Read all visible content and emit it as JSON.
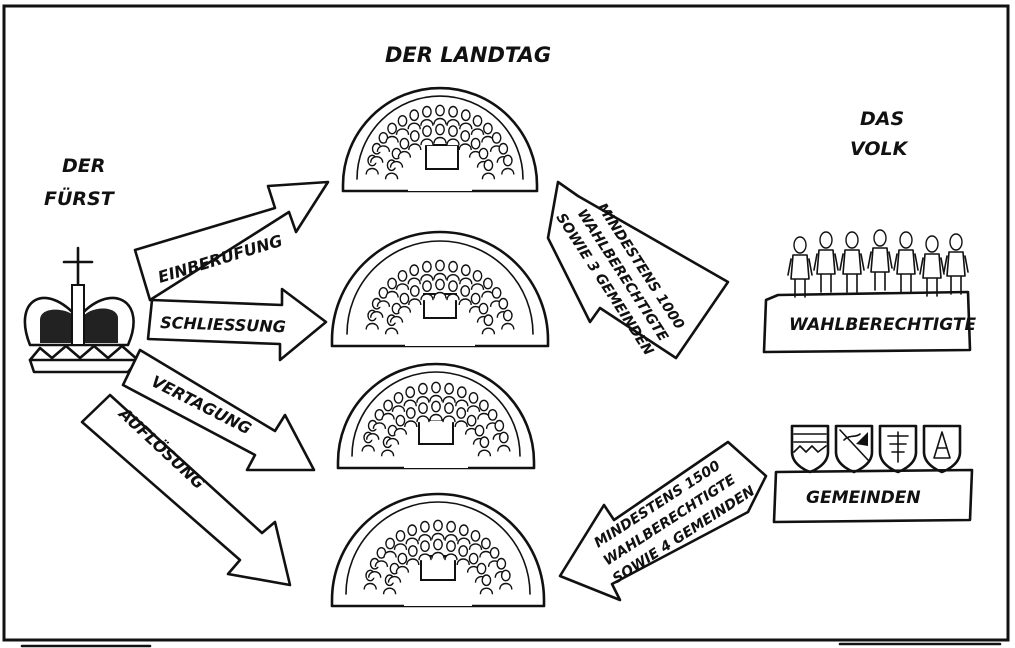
{
  "landtag": {
    "title": "DER LANDTAG"
  },
  "fuerst": {
    "line1": "DER",
    "line2": "FÜRST"
  },
  "volk": {
    "line1": "DAS",
    "line2": "VOLK"
  },
  "arrows": {
    "einberufung": "EINBERUFUNG",
    "schliessung": "SCHLIESSUNG",
    "vertagung": "VERTAGUNG",
    "aufloesung": "AUFLÖSUNG"
  },
  "initiatives": {
    "upper": {
      "line1": "MINDESTENS 1000",
      "line2": "WAHLBERECHTIGTE",
      "line3": "SOWIE 3 GEMEINDEN"
    },
    "lower": {
      "line1": "MINDESTENS 1500",
      "line2": "WAHLBERECHTIGTE",
      "line3": "SOWIE 4 GEMEINDEN"
    }
  },
  "boxes": {
    "wahlberechtigte": "WAHLBERECHTIGTE",
    "gemeinden": "GEMEINDEN"
  },
  "icons": {
    "crown": "crown-icon",
    "chamber": "parliament-chamber-icon",
    "voters": "voters-group-icon",
    "coat_of_arms": "coat-of-arms-icon"
  }
}
